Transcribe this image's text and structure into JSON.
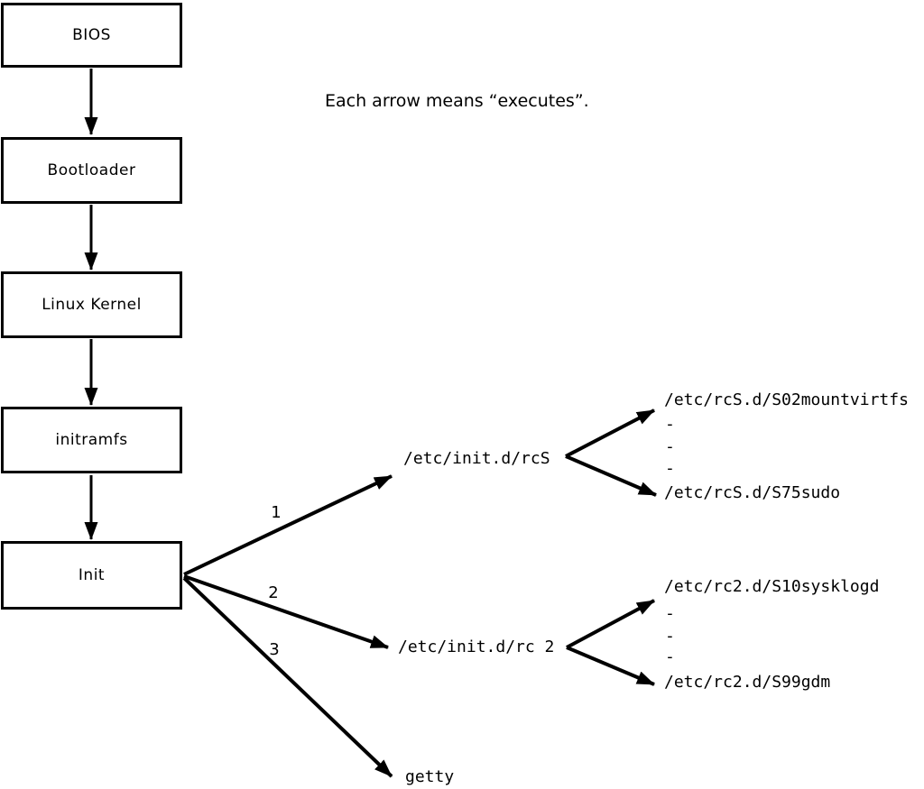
{
  "caption": "Each arrow means “executes”.",
  "boxes": [
    {
      "label": "BIOS"
    },
    {
      "label": "Bootloader"
    },
    {
      "label": "Linux Kernel"
    },
    {
      "label": "initramfs"
    },
    {
      "label": "Init"
    }
  ],
  "edge_labels": [
    {
      "label": "1"
    },
    {
      "label": "2"
    },
    {
      "label": "3"
    }
  ],
  "scripts": {
    "rcS": {
      "label": "/etc/init.d/rcS",
      "children": [
        {
          "label": "/etc/rcS.d/S02mountvirtfs"
        },
        {
          "label": "-"
        },
        {
          "label": "-"
        },
        {
          "label": "-"
        },
        {
          "label": "/etc/rcS.d/S75sudo"
        }
      ]
    },
    "rc2": {
      "label": "/etc/init.d/rc 2",
      "children": [
        {
          "label": "/etc/rc2.d/S10sysklogd"
        },
        {
          "label": "-"
        },
        {
          "label": "-"
        },
        {
          "label": "-"
        },
        {
          "label": "/etc/rc2.d/S99gdm"
        }
      ]
    },
    "getty": {
      "label": "getty"
    }
  },
  "colors": {
    "line": "#000000",
    "background": "#ffffff",
    "text": "#000000"
  }
}
